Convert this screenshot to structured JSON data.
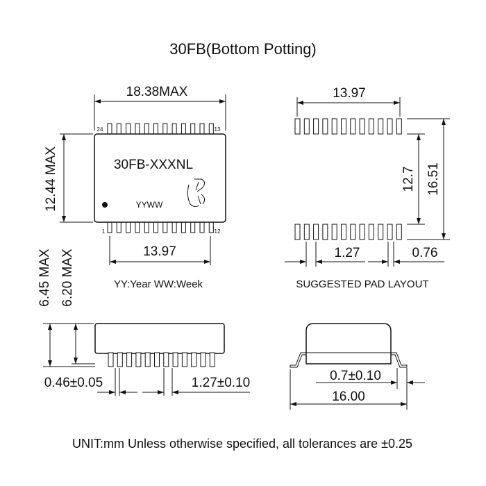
{
  "title": "30FB(Bottom Potting)",
  "top_view": {
    "width_label": "18.38MAX",
    "height_label": "12.44 MAX",
    "pitch_span_label": "13.97",
    "part_number": "30FB-XXXNL",
    "date_code": "YYWW",
    "pin_24": "24",
    "pin_13": "13",
    "pin_1": "1",
    "pin_12": "12",
    "legend": "YY:Year WW:Week"
  },
  "pad_layout": {
    "width_label": "13.97",
    "inner_span_label": "12.7",
    "outer_span_label": "16.51",
    "pitch_label": "1.27",
    "pad_width_label": "0.76",
    "caption": "SUGGESTED PAD LAYOUT"
  },
  "side_view": {
    "total_height_label": "6.45 MAX",
    "body_height_label": "6.20 MAX",
    "lead_width_label": "0.46±0.05",
    "lead_pitch_label": "1.27±0.10"
  },
  "end_view": {
    "foot_label": "0.7±0.10",
    "span_label": "16.00"
  },
  "footer": "UNIT:mm Unless otherwise specified, all tolerances are ±0.25",
  "colors": {
    "ink": "#111111",
    "background": "#ffffff"
  }
}
